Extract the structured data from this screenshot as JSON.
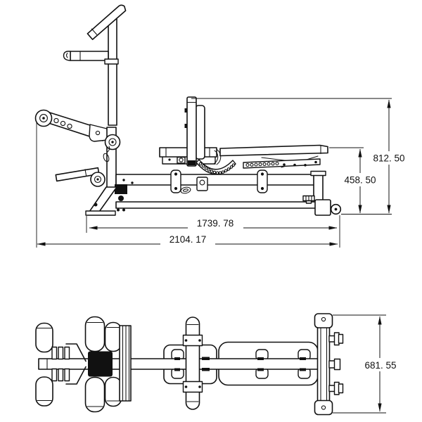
{
  "drawing": {
    "type": "technical-line-drawing",
    "subject": "adjustable weight bench with lat tower and leg developer, side elevation and plan view",
    "colors": {
      "ink": "#111111",
      "paper": "#ffffff"
    },
    "dimensions": {
      "overall_height": "812. 50",
      "pad_height": "458. 50",
      "frame_length": "1739. 78",
      "overall_length": "2104. 17",
      "overall_width": "681. 55"
    }
  }
}
